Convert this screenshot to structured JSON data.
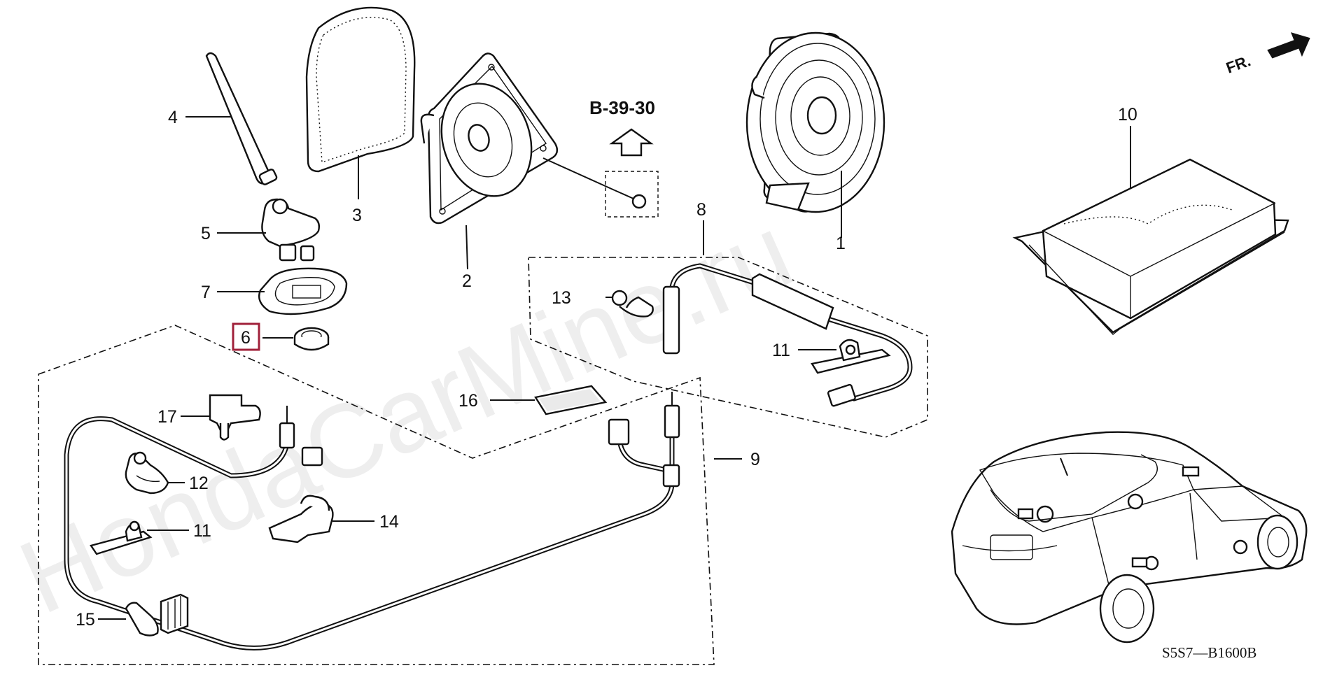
{
  "diagram": {
    "watermark": "HondaCarMine.ru",
    "reference_label": "B-39-30",
    "direction_label": "FR.",
    "diagram_code": "S5S7—B1600B",
    "highlight_color": "#a0203a",
    "callouts": {
      "p1": "1",
      "p2": "2",
      "p3": "3",
      "p4": "4",
      "p5": "5",
      "p6": "6",
      "p7": "7",
      "p8": "8",
      "p9": "9",
      "p10": "10",
      "p11a": "11",
      "p11b": "11",
      "p12": "12",
      "p13": "13",
      "p14": "14",
      "p15": "15",
      "p16": "16",
      "p17": "17"
    }
  }
}
